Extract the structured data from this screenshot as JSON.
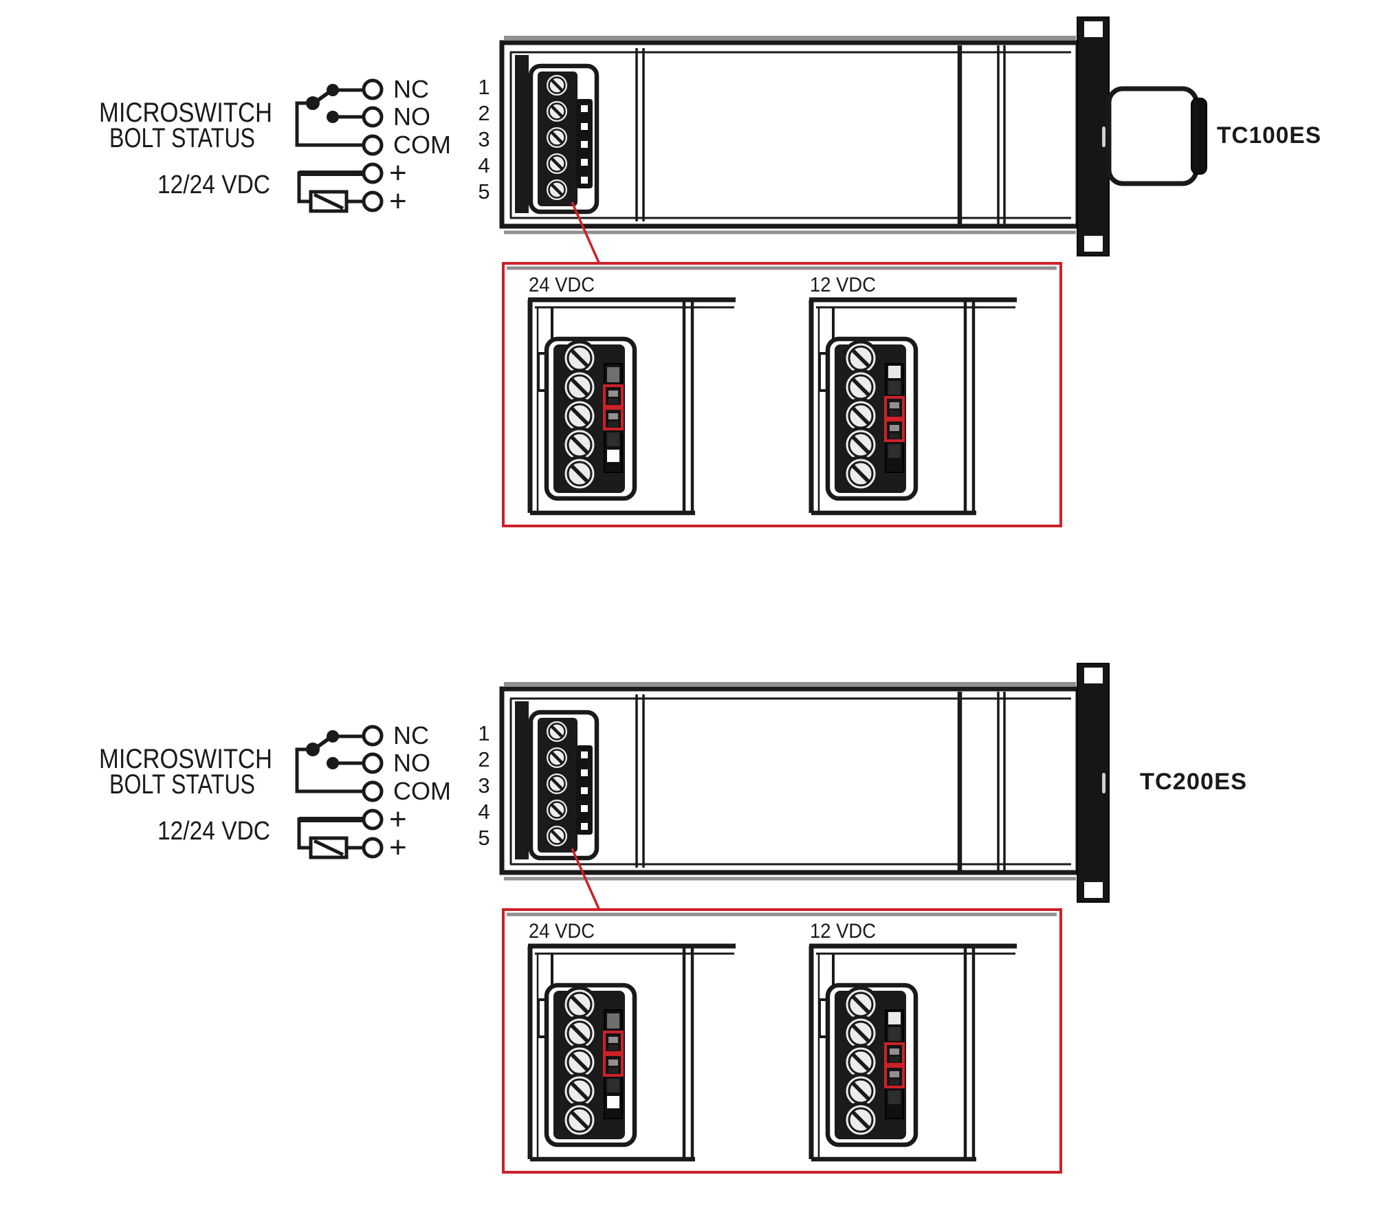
{
  "colors": {
    "ink": "#1a1a1a",
    "red": "#cc2129",
    "dark": "#1b1b1b",
    "screw": "#ececec",
    "shadow": "#8f8f8f"
  },
  "diagrams": [
    {
      "device_label": "TC100ES",
      "labels": {
        "switch_line1": "MICROSWITCH",
        "switch_line2": "BOLT STATUS",
        "power": "12/24 VDC"
      },
      "terminals": [
        "NC",
        "NO",
        "COM",
        "+",
        "+"
      ],
      "pins": [
        "1",
        "2",
        "3",
        "4",
        "5"
      ],
      "details": [
        {
          "label": "24 VDC",
          "jumper": "top-pair"
        },
        {
          "label": "12 VDC",
          "jumper": "bottom-pair"
        }
      ]
    },
    {
      "device_label": "TC200ES",
      "labels": {
        "switch_line1": "MICROSWITCH",
        "switch_line2": "BOLT STATUS",
        "power": "12/24 VDC"
      },
      "terminals": [
        "NC",
        "NO",
        "COM",
        "+",
        "+"
      ],
      "pins": [
        "1",
        "2",
        "3",
        "4",
        "5"
      ],
      "details": [
        {
          "label": "24 VDC",
          "jumper": "top-pair"
        },
        {
          "label": "12 VDC",
          "jumper": "bottom-pair"
        }
      ]
    }
  ]
}
